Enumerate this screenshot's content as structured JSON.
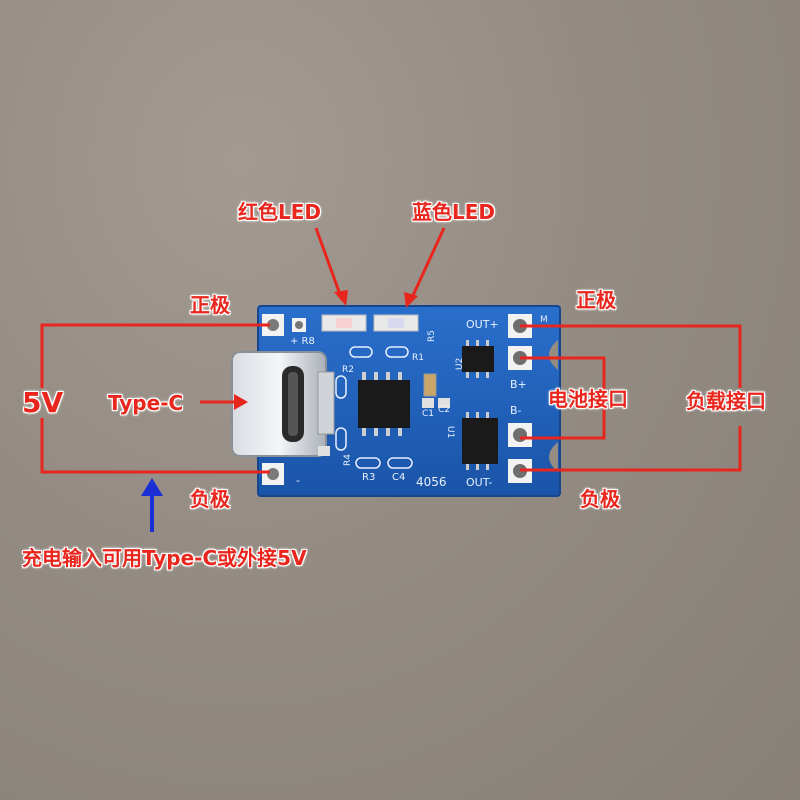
{
  "labels": {
    "red_led": "红色LED",
    "blue_led": "蓝色LED",
    "positive_left": "正极",
    "positive_right": "正极",
    "negative_left": "负极",
    "negative_right": "负极",
    "voltage": "5V",
    "type_c": "Type-C",
    "battery_port": "电池接口",
    "load_port": "负载接口",
    "input_note": "充电输入可用Type-C或外接5V"
  },
  "silkscreen": {
    "plus_r8": "+ R8",
    "r5": "R5",
    "out_plus": "OUT+",
    "m": "M",
    "r2": "R2",
    "r1": "R1",
    "u2": "U2",
    "b_plus": "B+",
    "c1": "C1",
    "c2": "C2",
    "b_minus": "B-",
    "u1": "U1",
    "r4": "R4",
    "r3": "R3",
    "c4": "C4",
    "chip": "4056",
    "out_minus": "OUT-",
    "minus": "-"
  },
  "colors": {
    "annotation": "#e8261d",
    "arrow_blue": "#1a2fd6",
    "pcb": "#1f5fb8",
    "background": "#948c83"
  }
}
